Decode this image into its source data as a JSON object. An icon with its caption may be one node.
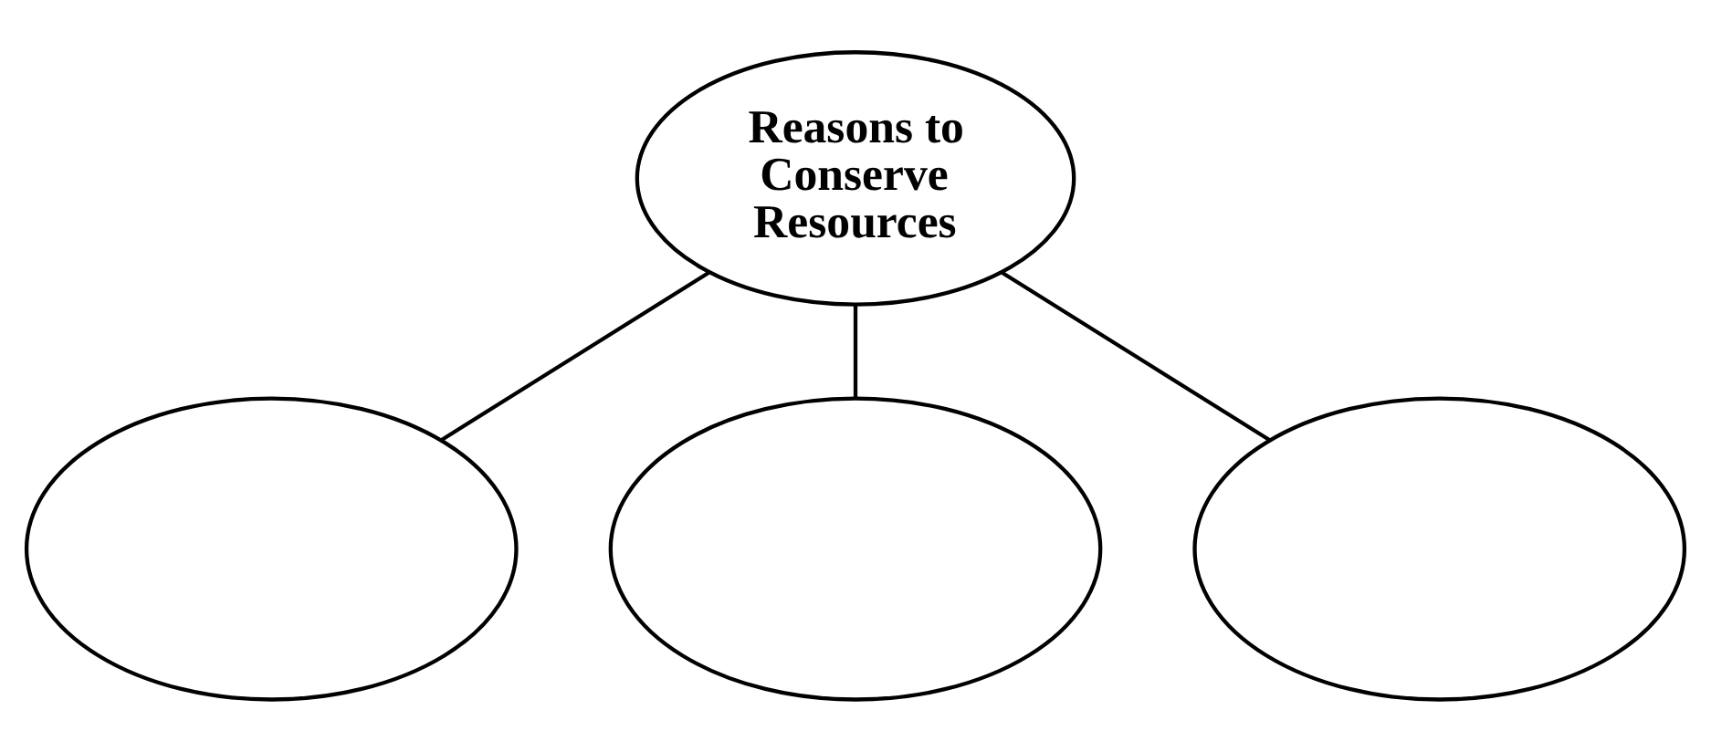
{
  "diagram": {
    "nodes": [
      {
        "text": [
          "Reasons to Conserve Resources"
        ]
      },
      {
        "text": [],
        "shape": "ellipse"
      },
      {
        "text": [],
        "shape": "ellipse"
      },
      {
        "text": [],
        "shape": "ellipse"
      }
    ],
    "edges": [
      {
        "from": 0,
        "to": 1,
        "arrow": "none"
      },
      {
        "from": 0,
        "to": 2,
        "arrow": "none"
      },
      {
        "from": 0,
        "to": 3,
        "arrow": "none"
      }
    ]
  }
}
